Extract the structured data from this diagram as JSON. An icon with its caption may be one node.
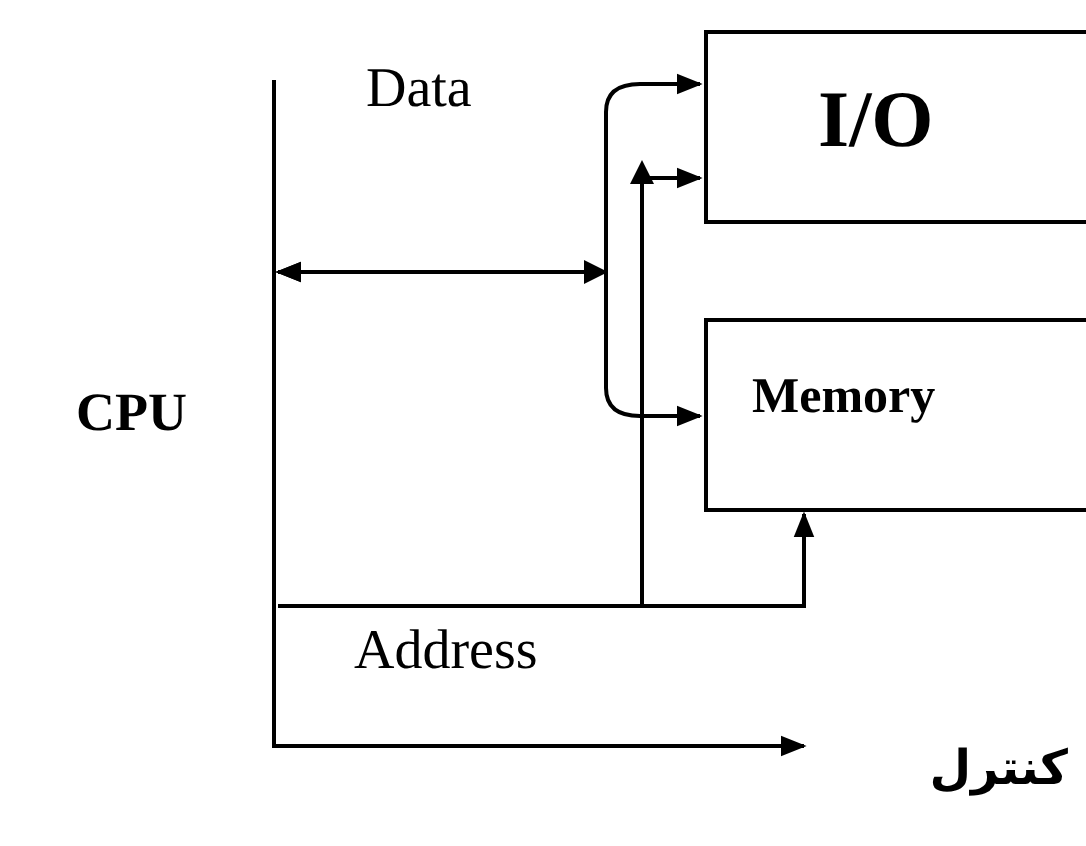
{
  "diagram": {
    "nodes": [
      {
        "text": [
          "CPU"
        ]
      },
      {
        "text": [
          "I/O"
        ]
      },
      {
        "text": [
          "Memory"
        ]
      },
      {
        "text": [
          "کنترل"
        ]
      }
    ],
    "edges": [
      {
        "from": 0,
        "to": 1,
        "arrow": "both",
        "label": "Data"
      },
      {
        "from": 0,
        "to": 2,
        "arrow": "both"
      },
      {
        "from": 0,
        "to": 1,
        "arrow": "to",
        "label": "Address"
      },
      {
        "from": 0,
        "to": 2,
        "arrow": "to"
      },
      {
        "from": 0,
        "to": 3,
        "arrow": "to"
      }
    ]
  }
}
